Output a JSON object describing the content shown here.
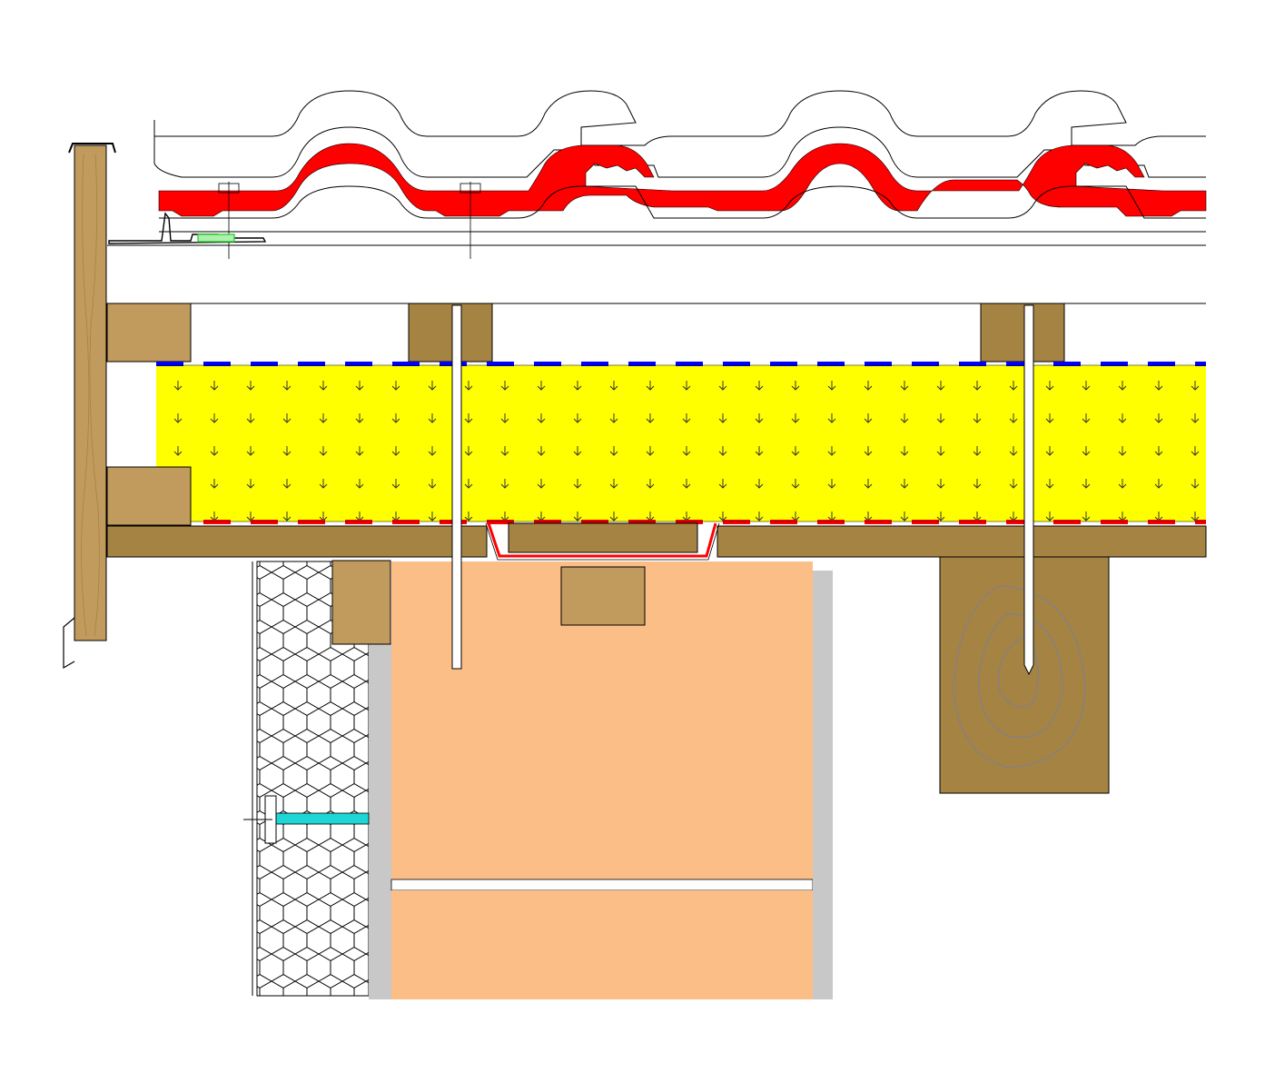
{
  "diagram": {
    "kind": "construction detail drawing (roof eave / verge section)",
    "labels": [],
    "materials": {
      "timber": {
        "color": "#c19a5d",
        "icon": "timber-hatch"
      },
      "timber_dark": {
        "color": "#a58443"
      },
      "roof_tile": {
        "color": "#ff0000"
      },
      "insulation_board": {
        "color": "#ffff00",
        "icon": "arrow-glyph-pattern"
      },
      "vapour_layer_top": {
        "color": "#0000ff"
      },
      "membrane_bottom": {
        "color": "#ff0000"
      },
      "masonry_block": {
        "color": "#fbbe86"
      },
      "render_plaster": {
        "color": "#c8c8c8"
      },
      "cavity_insulation": {
        "color": "#ffffff",
        "icon": "hexagon-pattern"
      },
      "wall_tie": {
        "color": "#1fd6d6"
      },
      "outline": {
        "color": "#000000"
      },
      "comb_filler": {
        "color": "#22cc22"
      }
    }
  }
}
